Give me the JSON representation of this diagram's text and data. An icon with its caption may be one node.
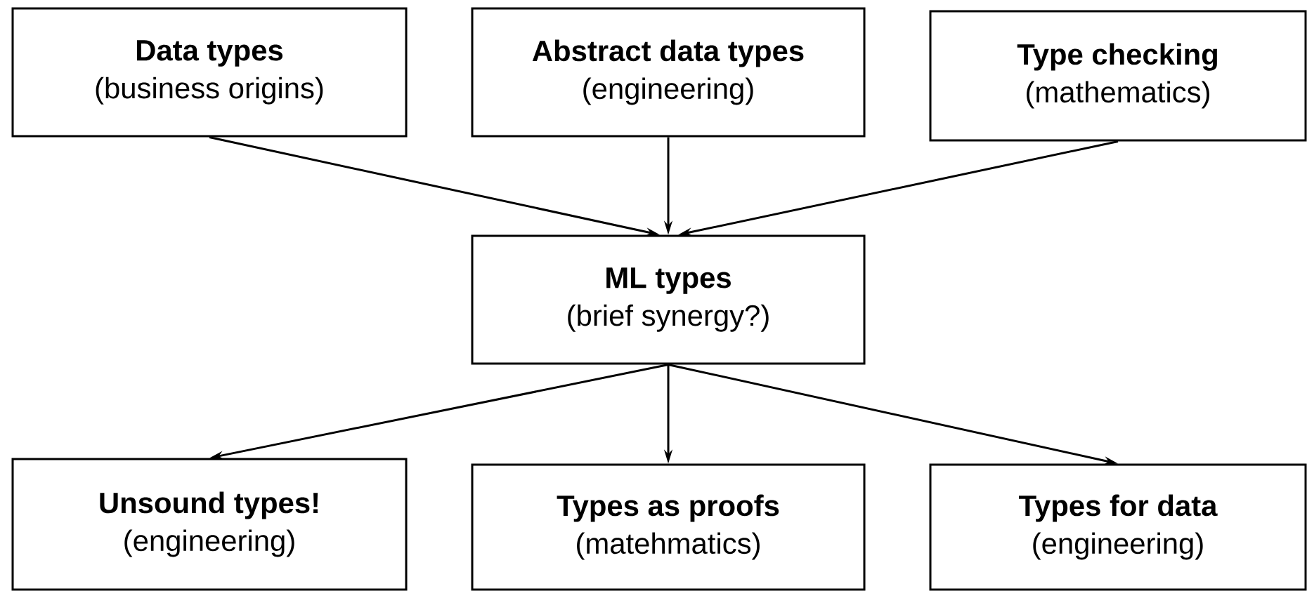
{
  "diagram": {
    "nodes": [
      {
        "text": [
          "Data types",
          "(business origins)"
        ]
      },
      {
        "text": [
          "Abstract data types",
          "(engineering)"
        ]
      },
      {
        "text": [
          "Type checking",
          "(mathematics)"
        ]
      },
      {
        "text": [
          "ML types",
          "(brief synergy?)"
        ]
      },
      {
        "text": [
          "Unsound types!",
          "(engineering)"
        ]
      },
      {
        "text": [
          "Types as proofs",
          "(matehmatics)"
        ]
      },
      {
        "text": [
          "Types for data",
          "(engineering)"
        ]
      }
    ],
    "edges": [
      {
        "from": 0,
        "to": 3,
        "arrow": "to"
      },
      {
        "from": 1,
        "to": 3,
        "arrow": "to"
      },
      {
        "from": 2,
        "to": 3,
        "arrow": "to"
      },
      {
        "from": 3,
        "to": 4,
        "arrow": "to"
      },
      {
        "from": 3,
        "to": 5,
        "arrow": "to"
      },
      {
        "from": 3,
        "to": 6,
        "arrow": "to"
      }
    ]
  }
}
